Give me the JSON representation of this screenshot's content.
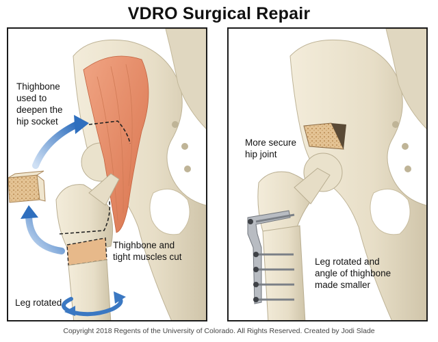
{
  "title": "VDRO Surgical Repair",
  "left_panel": {
    "label_bone_graft": "Thighbone\nused to\ndeepen the\nhip socket",
    "label_cut": "Thighbone and\ntight muscles cut",
    "label_rotated": "Leg rotated"
  },
  "right_panel": {
    "label_secure": "More secure\nhip joint",
    "label_angle": "Leg rotated and\nangle of thighbone\nmade smaller"
  },
  "copyright": "Copyright 2018 Regents of the University of Colorado. All Rights Reserved. Created by Jodi Slade",
  "colors": {
    "bone": "#ece4cf",
    "bone_shadow": "#c9bfa6",
    "muscle": "#e9906a",
    "arrow": "#3b78c2",
    "graft": "#d9b27c",
    "plate": "#b8bcc2"
  }
}
